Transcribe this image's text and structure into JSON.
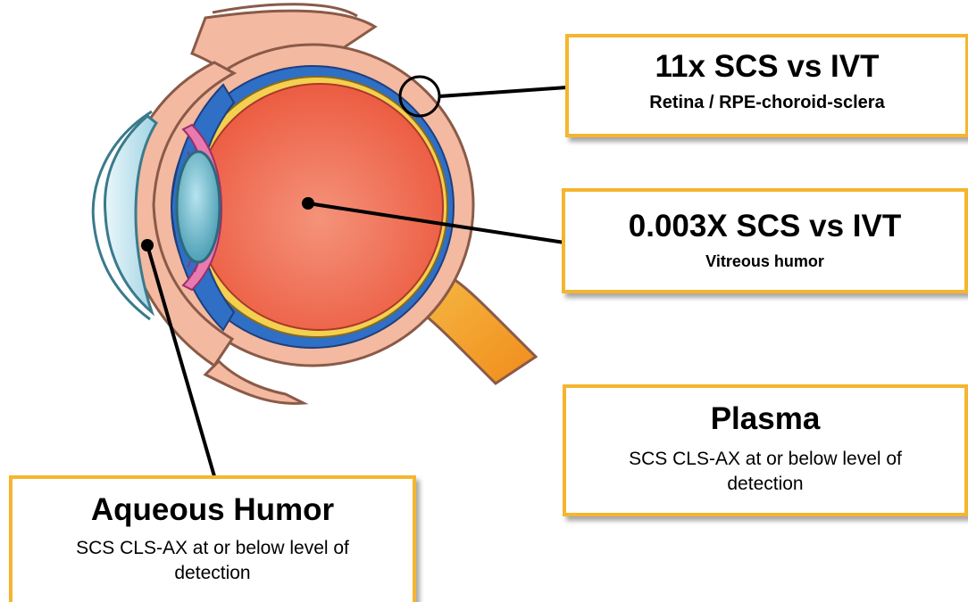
{
  "callouts": {
    "retina": {
      "title": "11x SCS vs IVT",
      "subtitle": "Retina / RPE-choroid-sclera"
    },
    "vitreous": {
      "title": "0.003X SCS vs IVT",
      "subtitle": "Vitreous humor"
    },
    "plasma": {
      "title": "Plasma",
      "subtitle": "SCS CLS-AX at or below level of detection"
    },
    "aqueous": {
      "title": "Aqueous Humor",
      "subtitle": "SCS CLS-AX at or below level of detection"
    }
  },
  "colors": {
    "callout_border": "#f5b52e",
    "sclera": "#f3b9a1",
    "choroid_blue": "#2f6fc6",
    "retina_yellow": "#f4d050",
    "vitreous_red": "#ef6a4e",
    "cornea": "#b8dfe9",
    "lens": "#5aa6bc",
    "ciliary_pink": "#e87ab0",
    "optic_nerve": "#f5a623"
  }
}
